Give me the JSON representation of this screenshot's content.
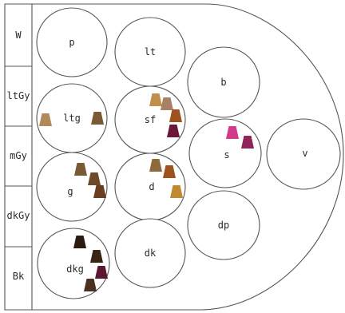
{
  "value_scale": [
    "W",
    "ltGy",
    "mGy",
    "dkGy",
    "Bk"
  ],
  "tone_circles": {
    "p": "p",
    "lt": "lt",
    "b": "b",
    "ltg": "ltg",
    "sf": "sf",
    "s": "s",
    "v": "v",
    "g": "g",
    "d": "d",
    "dp": "dp",
    "dkg": "dkg",
    "dk": "dk"
  },
  "swatch_colors": {
    "ltg": [
      "#b08a5a",
      "#7a5a34"
    ],
    "sf": [
      "#c0904a",
      "#a88068",
      "#a0521e",
      "#6a1838"
    ],
    "s": [
      "#d43a8c",
      "#8e2458"
    ],
    "g": [
      "#7a5a34",
      "#6e4a2a",
      "#6a3e1e"
    ],
    "d": [
      "#8e6a3a",
      "#a0521e",
      "#c08a32"
    ],
    "dkg": [
      "#2a1a10",
      "#3a2414",
      "#5a1832",
      "#4a3020"
    ]
  }
}
